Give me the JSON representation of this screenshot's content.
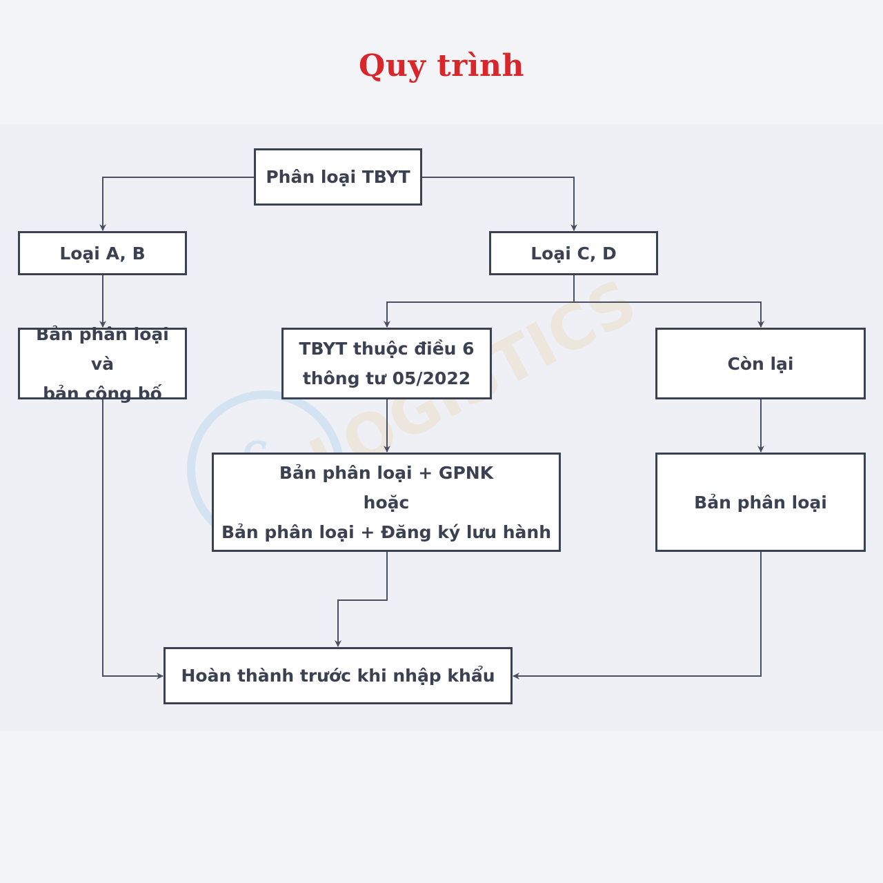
{
  "title": "Quy trình",
  "nodes": {
    "root": "Phân loại TBYT",
    "type_ab": "Loại A, B",
    "type_cd": "Loại C, D",
    "ab_docs": "Bản phân loại và\nbản công bố",
    "article6": "TBYT thuộc điều 6\nthông tư 05/2022",
    "remaining": "Còn lại",
    "article6_docs": "Bản phân loại + GPNK\nhoặc\nBản phân loại + Đăng ký lưu hành",
    "remaining_docs": "Bản phân loại",
    "final": "Hoàn thành trước khi nhập khẩu"
  },
  "watermark": {
    "text": "LOGISTICS",
    "mark": "fn"
  },
  "colors": {
    "title": "#d9262b",
    "box_border": "#3c4152",
    "box_text": "#3c4152",
    "connector": "#4a4f60",
    "background": "#f3f4f7"
  }
}
